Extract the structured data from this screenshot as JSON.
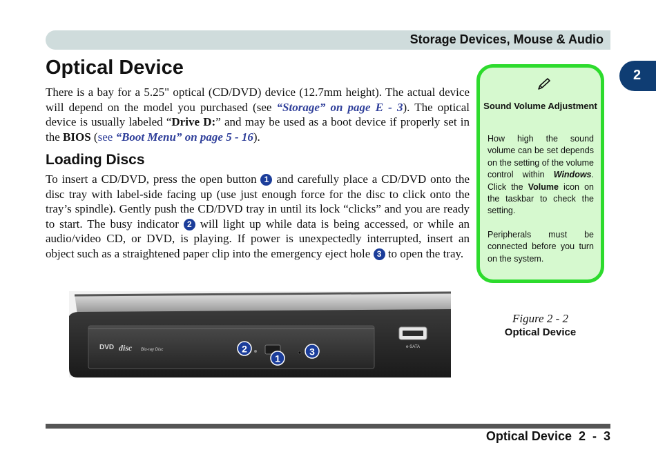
{
  "header": {
    "title": "Storage Devices, Mouse & Audio"
  },
  "chapter_tab": "2",
  "page_title": "Optical Device",
  "intro": {
    "t1": "There is a bay for a 5.25\" optical (CD/DVD) device (12.7mm height). The actual device will depend on the model you purchased (see ",
    "ref1": "“Storage” on page E - 3",
    "t2": "). The optical device is usually labeled “",
    "drive": "Drive D:",
    "t3": "” and may be used as a boot device if properly set in the ",
    "bios": "BIOS",
    "t4": " (",
    "see": "see ",
    "ref2": "“Boot Menu” on page 5 - 16",
    "t5": ")."
  },
  "section_heading": "Loading Discs",
  "loading": {
    "t1": "To insert a CD/DVD, press the open button ",
    "n1": "1",
    "t2": " and carefully place a CD/DVD onto the disc tray with label-side facing up (use just enough force for the disc to click onto the tray’s spindle). Gently push the CD/DVD tray in until its lock “clicks” and you are ready to start. The busy indicator ",
    "n2": "2",
    "t3": " will light up while data is being accessed, or while an audio/video CD, or DVD, is playing. If power is unexpectedly interrupted, insert an object such as a straightened paper clip into the emergency eject hole ",
    "n3": "3",
    "t4": " to open the tray."
  },
  "note": {
    "icon": "pencil-icon",
    "title": "Sound Volume Adjustment",
    "p1_a": "How high the sound volume can be set depends on the setting of the volume control within ",
    "p1_windows": "Windows",
    "p1_b": ". Click the ",
    "p1_volume": "Volume",
    "p1_c": " icon on the taskbar to check the setting.",
    "p2": "Peripherals must be connected before you turn on the system."
  },
  "figure": {
    "number": "Figure 2 - 2",
    "title": "Optical Device",
    "callouts": [
      "2",
      "1",
      "3"
    ],
    "logos": {
      "dvd": "DVD",
      "disc": "disc",
      "bluray": "Blu-ray Disc"
    },
    "port_label": "e-SATA"
  },
  "footer": {
    "text": "Optical Device  2  -  3"
  },
  "colors": {
    "accent_blue": "#1b3d9a",
    "note_border": "#2ddb2d",
    "note_bg": "#d6f9cf",
    "header_bar": "#cfdcdc",
    "chapter_tab": "#0f3d73"
  }
}
